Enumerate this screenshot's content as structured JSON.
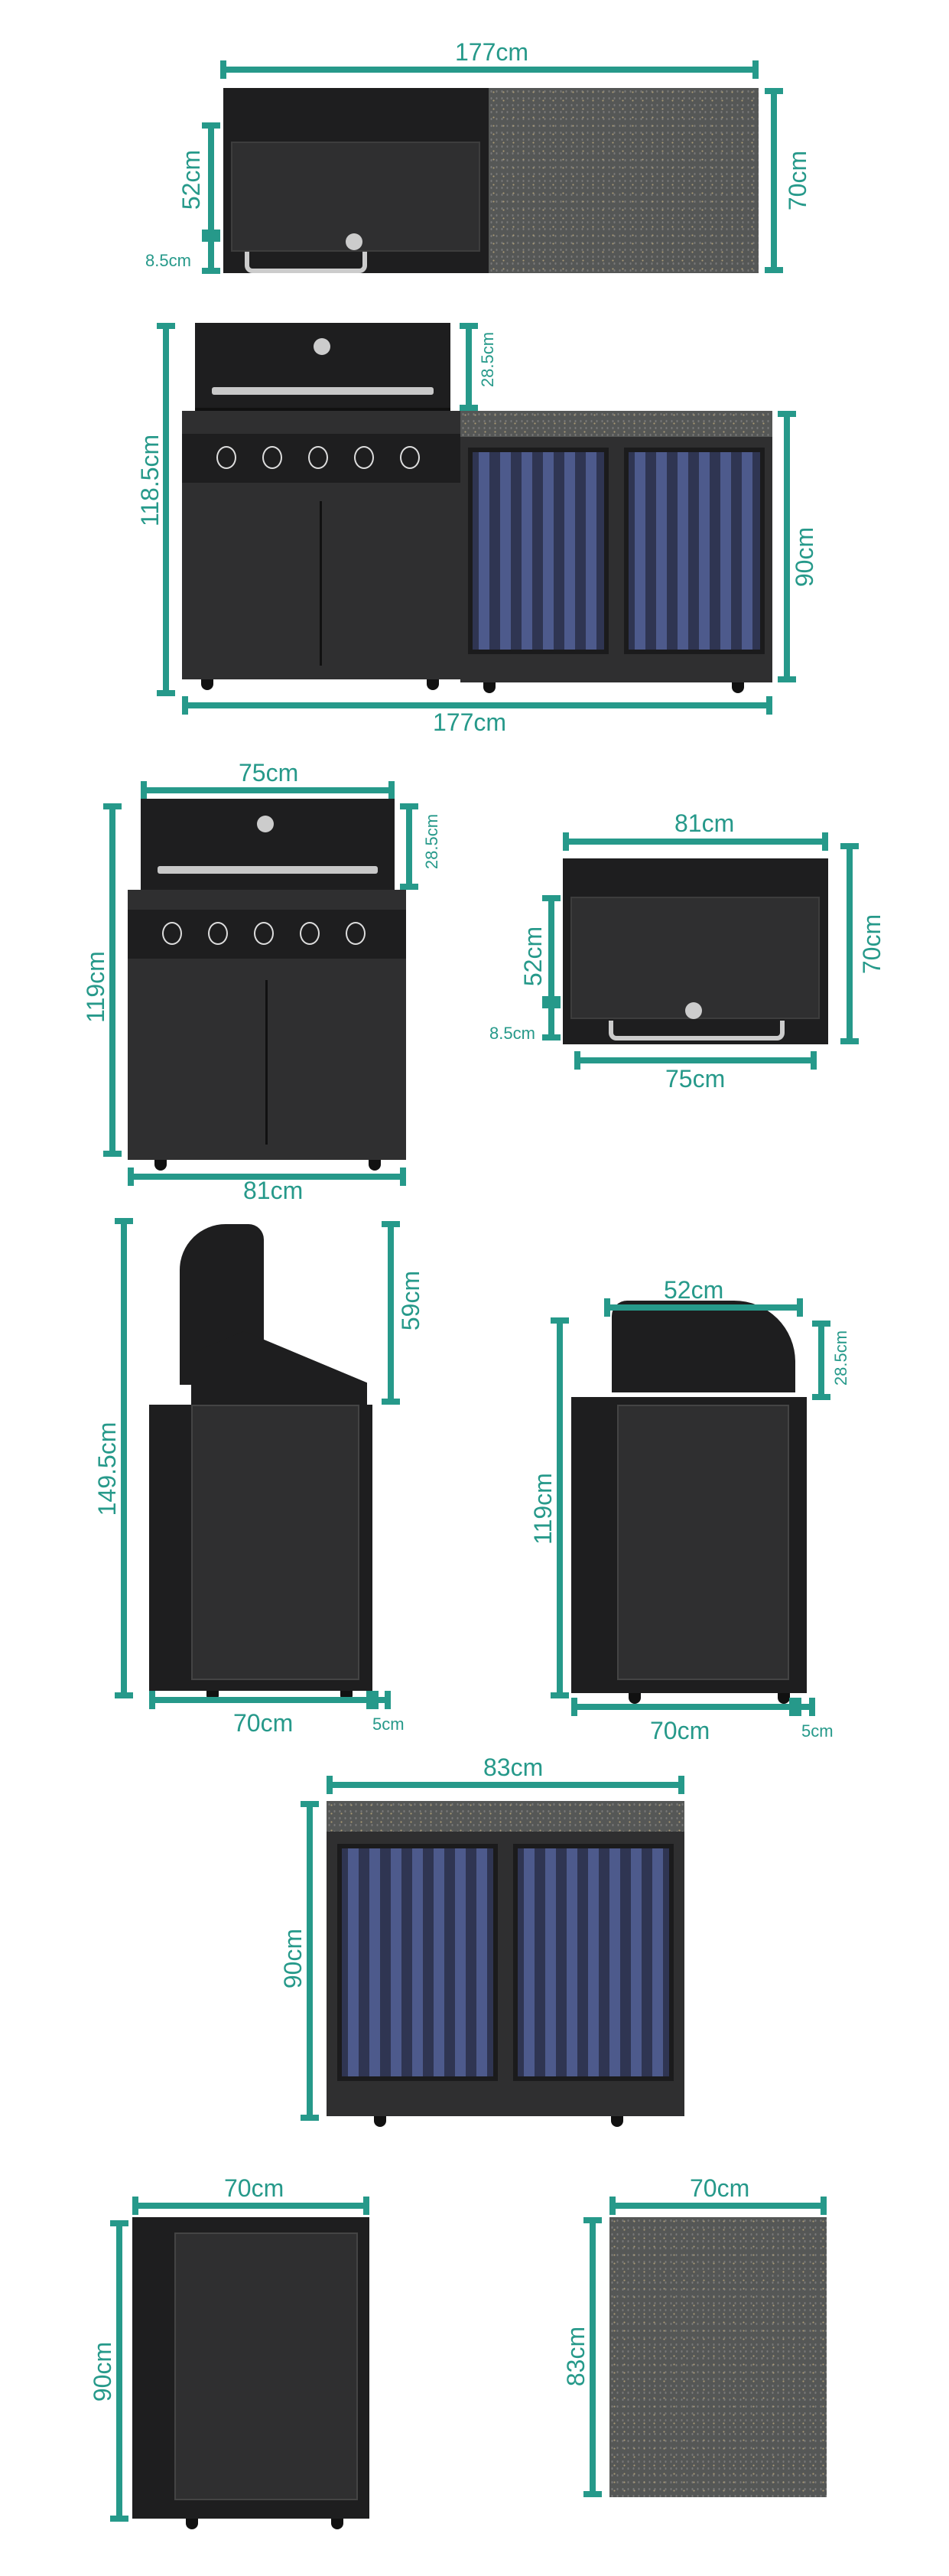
{
  "colors": {
    "dimension": "#26998a",
    "body": "#2f2f30",
    "stone": "#555756"
  },
  "top_view_combo": {
    "width": "177cm",
    "depth": "70cm",
    "grill_depth": "52cm",
    "handle_depth": "8.5cm"
  },
  "front_view_combo": {
    "height": "118.5cm",
    "lid_height": "28.5cm",
    "fridge_height": "90cm",
    "width": "177cm"
  },
  "grill_front": {
    "lid_width": "75cm",
    "height": "119cm",
    "lid_height": "28.5cm",
    "width": "81cm"
  },
  "grill_top": {
    "width": "81cm",
    "depth": "70cm",
    "lid_depth": "52cm",
    "handle_depth": "8.5cm",
    "lid_width": "75cm"
  },
  "side_open": {
    "height": "149.5cm",
    "lid_open": "59cm",
    "depth": "70cm",
    "knob_depth": "5cm"
  },
  "side_closed": {
    "lid_depth": "52cm",
    "lid_height": "28.5cm",
    "height": "119cm",
    "depth": "70cm",
    "knob_depth": "5cm"
  },
  "fridge_front": {
    "width": "83cm",
    "height": "90cm"
  },
  "fridge_side": {
    "depth": "70cm",
    "height": "90cm"
  },
  "countertop_top": {
    "depth": "70cm",
    "width": "83cm"
  }
}
